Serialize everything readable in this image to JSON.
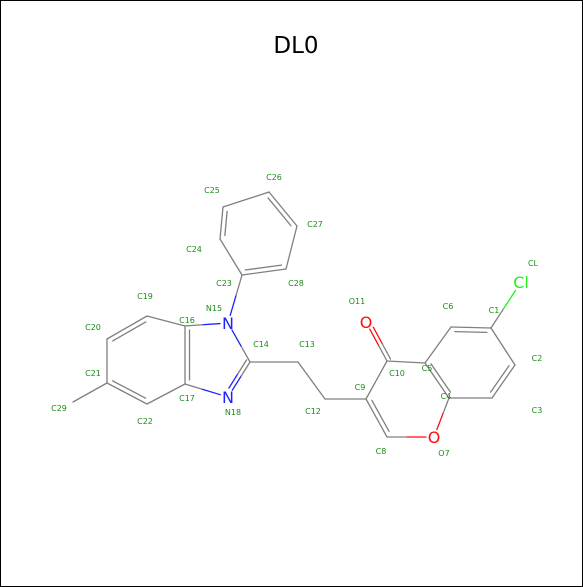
{
  "title": "DL0",
  "colors": {
    "bond": "#7f7f7f",
    "label": "#1a8c1a",
    "nitrogen": "#2020ff",
    "oxygen": "#ff0d0d",
    "chlorine": "#1ff01f",
    "title": "#000000"
  },
  "atom_symbols": {
    "n15": "N",
    "n18": "N",
    "o11": "O",
    "o7": "O",
    "cl": "Cl"
  },
  "atom_labels": {
    "c1": "C1",
    "c2": "C2",
    "c3": "C3",
    "c4": "C4",
    "c5": "C5",
    "c6": "C6",
    "o7": "O7",
    "c8": "C8",
    "c9": "C9",
    "c10": "C10",
    "o11": "O11",
    "c12": "C12",
    "c13": "C13",
    "c14": "C14",
    "n15": "N15",
    "c16": "C16",
    "c17": "C17",
    "n18": "N18",
    "c19": "C19",
    "c20": "C20",
    "c21": "C21",
    "c22": "C22",
    "c23": "C23",
    "c24": "C24",
    "c25": "C25",
    "c26": "C26",
    "c27": "C27",
    "c28": "C28",
    "c29": "C29",
    "cl": "CL"
  }
}
